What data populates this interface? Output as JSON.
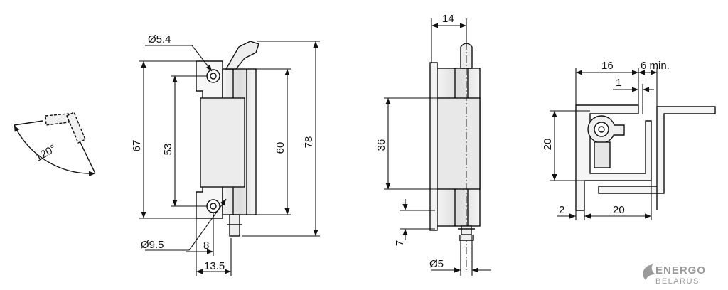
{
  "angle_view": {
    "angle": "120°"
  },
  "front_view": {
    "hole_small": "Ø5.4",
    "hole_large": "Ø9.5",
    "dim_overall_height": "78",
    "dim_body_height": "60",
    "dim_leaf_height": "67",
    "dim_hole_spacing": "53",
    "dim_hole_offset": "8",
    "dim_leaf_width": "13.5"
  },
  "side_view": {
    "dim_top_width": "14",
    "dim_plate_height": "36",
    "dim_offset": "7",
    "dim_pin": "Ø5"
  },
  "top_view": {
    "dim_width": "16",
    "dim_clearance": "6 min.",
    "dim_gap": "1",
    "dim_height": "20",
    "dim_thickness": "2",
    "dim_depth": "20"
  },
  "logo": {
    "line1": "ENERGO",
    "line2": "BELARUS",
    "color": "#9a9a9a"
  }
}
